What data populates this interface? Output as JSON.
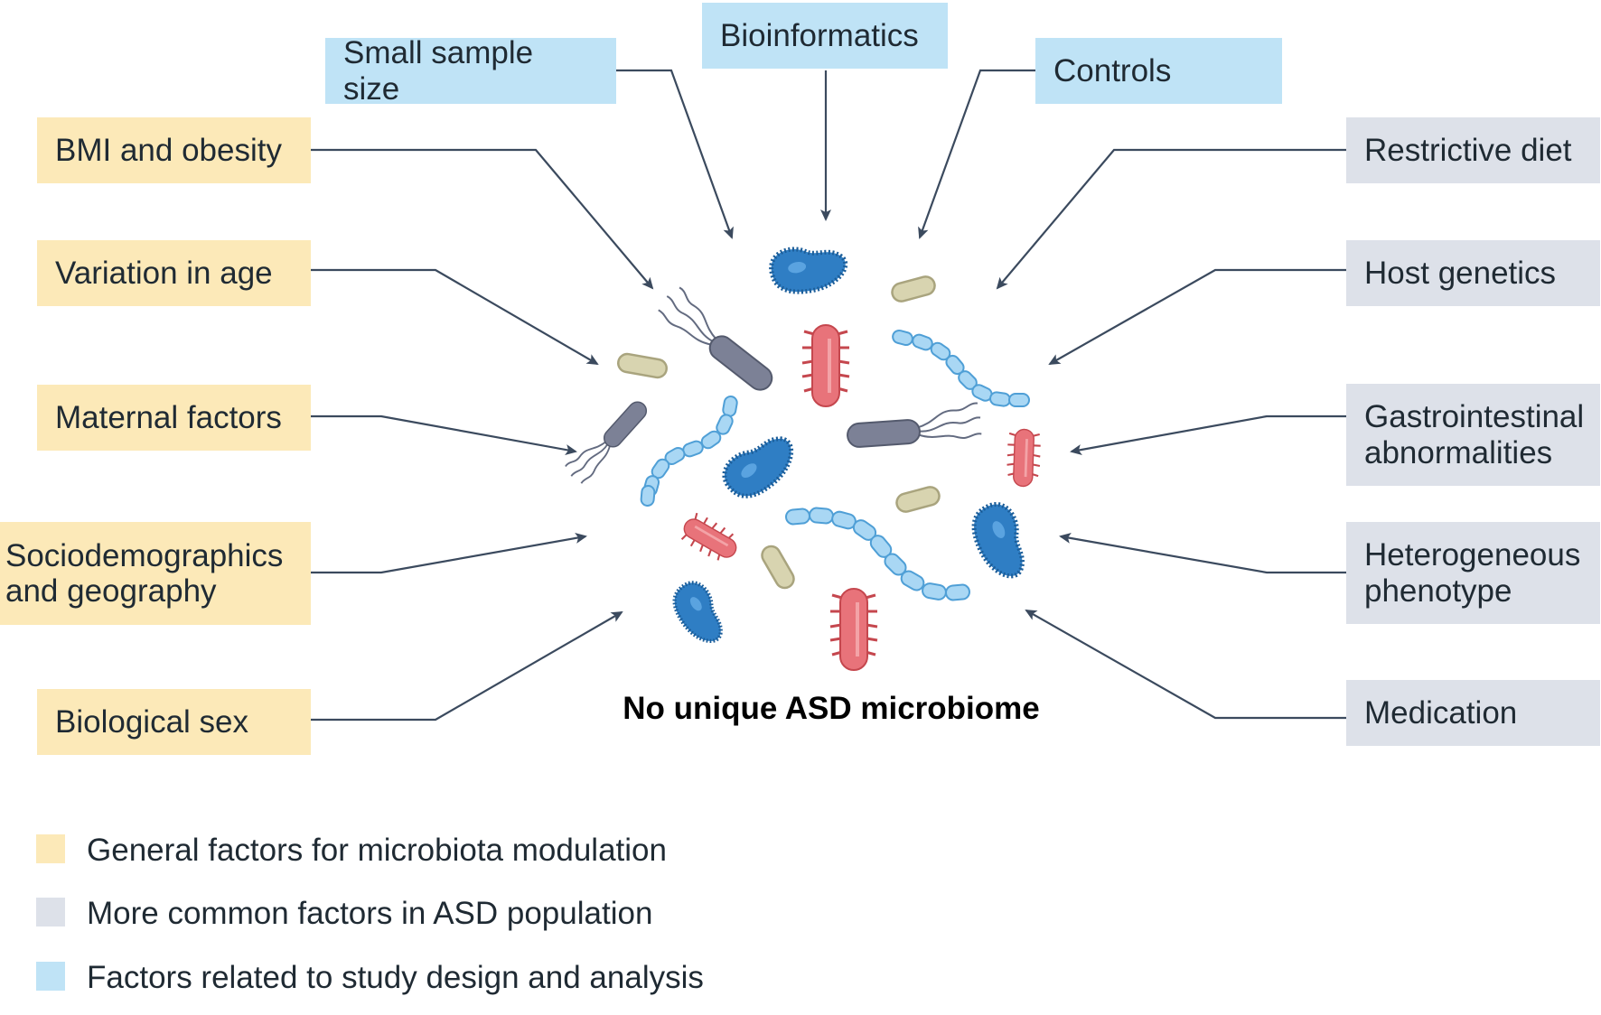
{
  "colors": {
    "general": "#fce9b8",
    "common": "#dde1e9",
    "design": "#bfe3f6",
    "arrow": "#3b4a5e"
  },
  "factors": {
    "small_sample_size": "Small sample size",
    "bioinformatics": "Bioinformatics",
    "controls": "Controls",
    "bmi_and_obesity": "BMI and obesity",
    "variation_in_age": "Variation in age",
    "maternal_factors": "Maternal factors",
    "sociodemographics": [
      "Sociodemographics",
      "and geography"
    ],
    "biological_sex": "Biological sex",
    "restrictive_diet": "Restrictive diet",
    "host_genetics": "Host genetics",
    "gastrointestinal": [
      "Gastrointestinal",
      "abnormalities"
    ],
    "heterogeneous": [
      "Heterogeneous",
      "phenotype"
    ],
    "medication": "Medication"
  },
  "center_label": "No unique ASD microbiome",
  "legend": [
    {
      "label": "General factors for microbiota modulation",
      "color": "#fce9b8"
    },
    {
      "label": "More common factors in ASD population",
      "color": "#dde1e9"
    },
    {
      "label": "Factors related to study design and analysis",
      "color": "#bfe3f6"
    }
  ],
  "microbes": [
    "blue-bacterium-icon",
    "red-bacterium-icon",
    "beige-rod-icon",
    "grey-flagellated-bacterium-icon",
    "light-blue-chain-icon"
  ]
}
